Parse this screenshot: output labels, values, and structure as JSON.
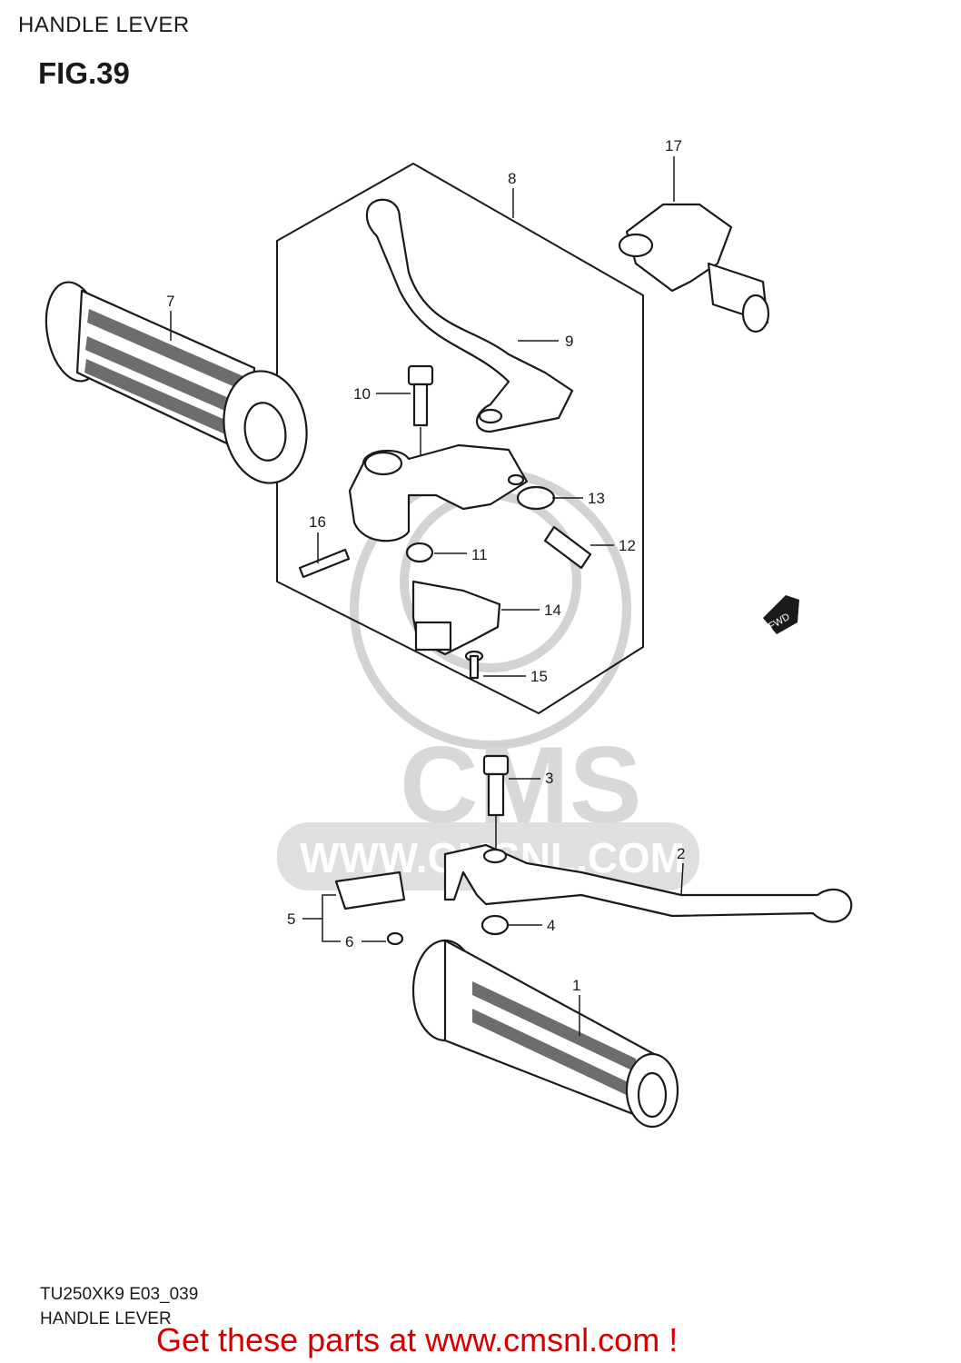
{
  "header": {
    "title": "HANDLE LEVER",
    "figure": "FIG.39"
  },
  "footer": {
    "code": "TU250XK9 E03_039",
    "title": "HANDLE LEVER",
    "promo": "Get these parts at www.cmsnl.com !"
  },
  "watermark": {
    "brand": "CMS",
    "site": "WWW.CMSNL.COM"
  },
  "fwd_badge": "FWD",
  "callouts": [
    "1",
    "2",
    "3",
    "4",
    "5",
    "6",
    "7",
    "8",
    "9",
    "10",
    "11",
    "12",
    "13",
    "14",
    "15",
    "16",
    "17"
  ]
}
